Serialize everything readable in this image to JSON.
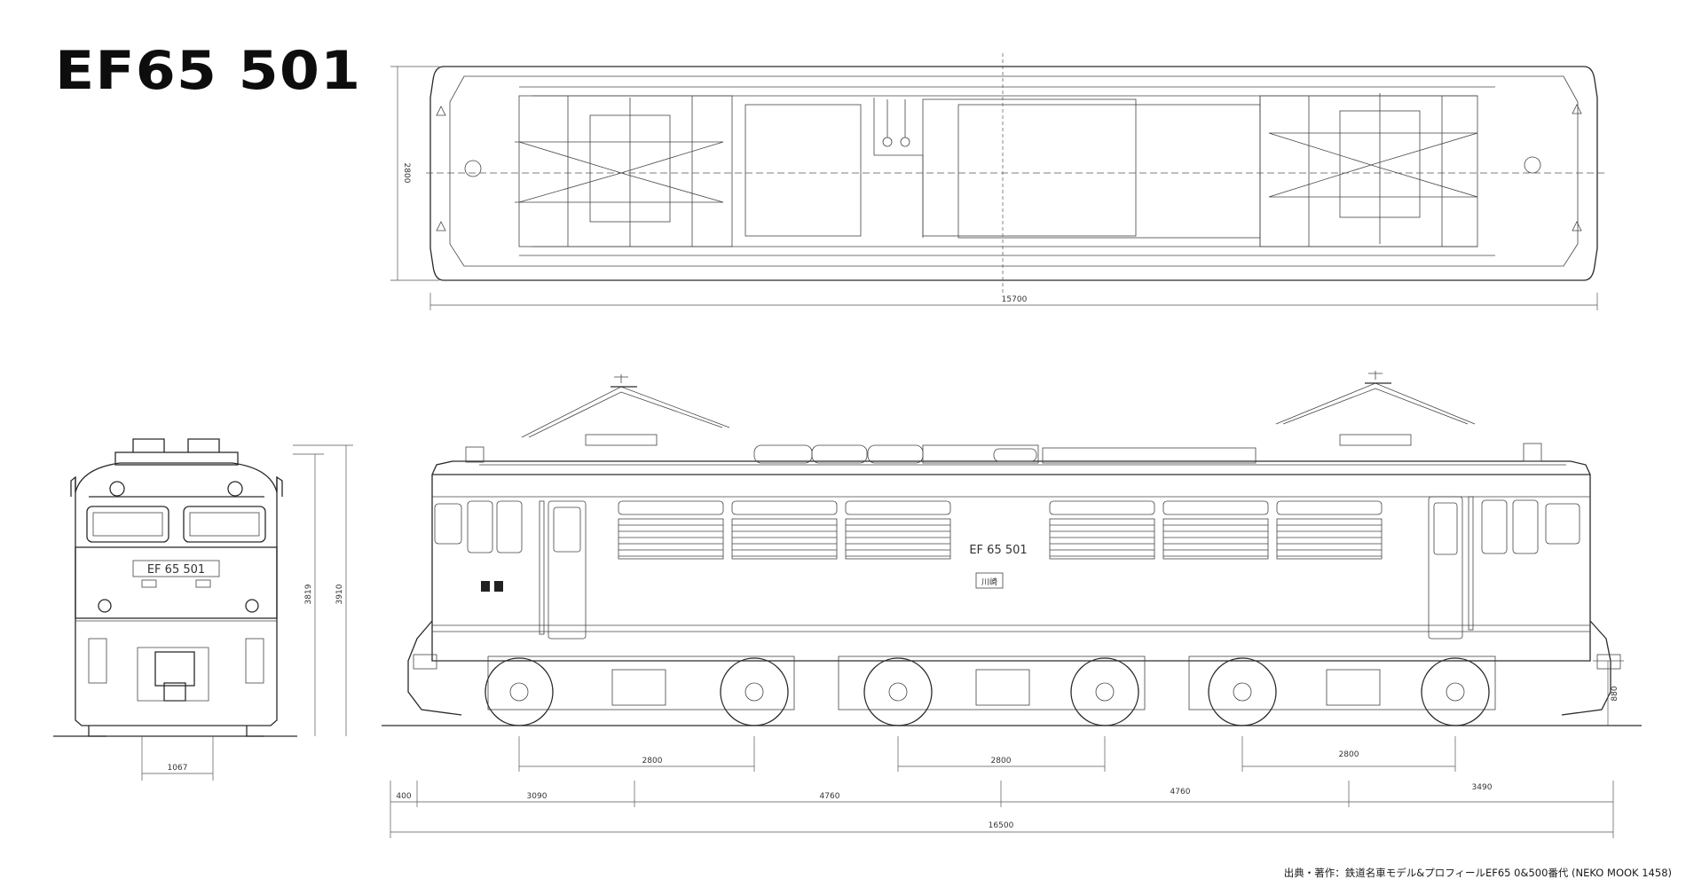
{
  "title": "EF65 501",
  "source_credit": "出典・著作：鉄道名車モデル&プロフィールEF65 0&500番代 (NEKO MOOK 1458)",
  "side_number_plate": "EF 65 501",
  "front_number_plate": "EF 65 501",
  "builder_plate": "川崎",
  "dimensions": {
    "top_view_width": "2800",
    "top_view_length": "15700",
    "front_height_1": "3819",
    "front_height_2": "3910",
    "gauge": "1067",
    "coupler_height": "880",
    "bogie_wheelbase_1": "2800",
    "bogie_wheelbase_2": "2800",
    "bogie_wheelbase_3": "2800",
    "seg_400": "400",
    "seg_3090": "3090",
    "seg_4760_a": "4760",
    "seg_4760_b": "4760",
    "seg_3490": "3490",
    "overall_length": "16500"
  }
}
